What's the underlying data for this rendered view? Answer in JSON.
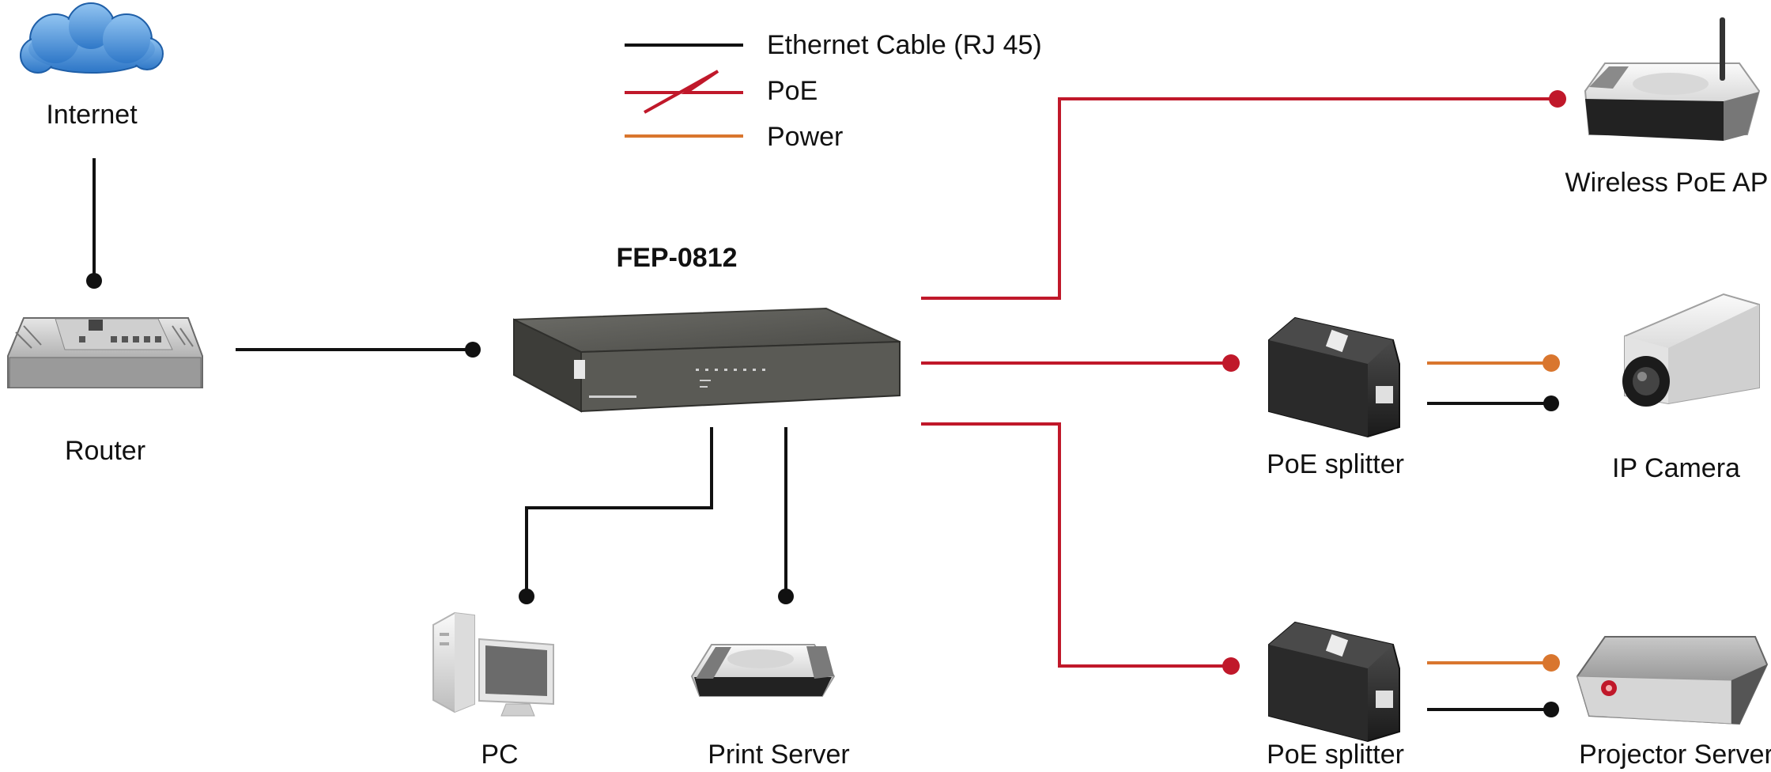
{
  "legend": {
    "ethernet": "Ethernet Cable (RJ 45)",
    "poe": "PoE",
    "power": "Power"
  },
  "colors": {
    "ethernet": "#111111",
    "poe": "#c0182a",
    "power": "#d9762e"
  },
  "nodes": {
    "internet": "Internet",
    "router": "Router",
    "switch": "FEP-0812",
    "pc": "PC",
    "print_server": "Print Server",
    "wireless_ap": "Wireless PoE AP",
    "poe_splitter_1": "PoE splitter",
    "ip_camera": "IP Camera",
    "poe_splitter_2": "PoE splitter",
    "projector_server": "Projector Server"
  },
  "icons": {
    "internet": "cloud-icon",
    "router": "router-icon",
    "switch": "poe-switch-icon",
    "pc": "desktop-pc-icon",
    "print_server": "print-server-icon",
    "wireless_ap": "wireless-ap-icon",
    "poe_splitter": "poe-splitter-icon",
    "ip_camera": "ip-camera-icon",
    "projector_server": "projector-server-icon"
  }
}
